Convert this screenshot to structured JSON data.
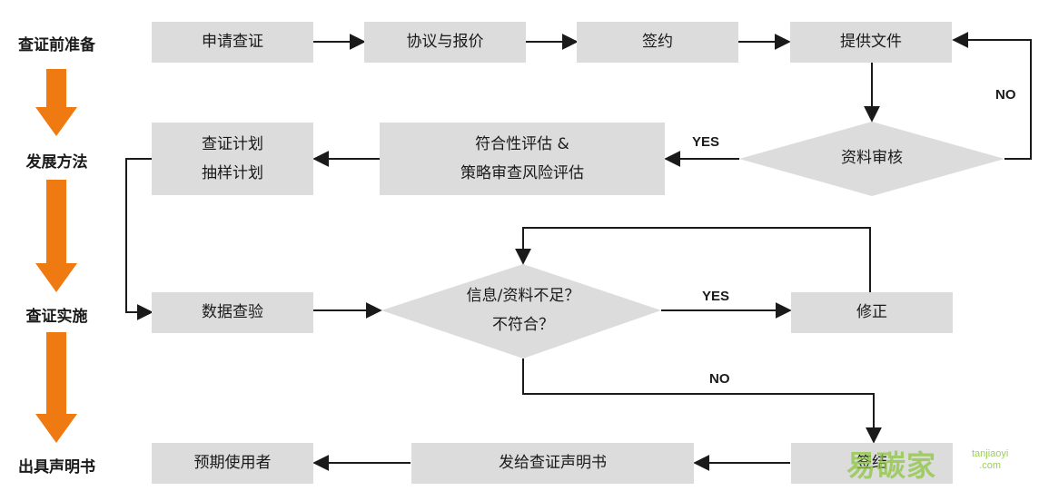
{
  "stages": [
    {
      "id": "prep",
      "label": "查证前准备"
    },
    {
      "id": "method",
      "label": "发展方法"
    },
    {
      "id": "impl",
      "label": "查证实施"
    },
    {
      "id": "issue",
      "label": "出具声明书"
    }
  ],
  "nodes": {
    "apply": {
      "lines": [
        "申请查证"
      ]
    },
    "agreement": {
      "lines": [
        "协议与报价"
      ]
    },
    "sign": {
      "lines": [
        "签约"
      ]
    },
    "provide_docs": {
      "lines": [
        "提供文件"
      ]
    },
    "doc_review": {
      "lines": [
        "资料审核"
      ]
    },
    "risk_eval": {
      "lines": [
        "符合性评估 &",
        "策略审查风险评估"
      ]
    },
    "plans": {
      "lines": [
        "查证计划",
        "抽样计划"
      ]
    },
    "data_check": {
      "lines": [
        "数据查验"
      ]
    },
    "insufficient": {
      "lines": [
        "信息/资料不足？",
        "不符合？"
      ]
    },
    "correct": {
      "lines": [
        "修正"
      ]
    },
    "sign_off": {
      "lines": [
        "签结"
      ]
    },
    "issue_statement": {
      "lines": [
        "发给查证声明书"
      ]
    },
    "users": {
      "lines": [
        "预期使用者"
      ]
    }
  },
  "edge_labels": {
    "review_no": "NO",
    "review_yes": "YES",
    "check_yes": "YES",
    "check_no": "NO"
  },
  "watermark": {
    "brand": "易碳家",
    "site_line1": "tanjiaoyi",
    "site_line2": ".com"
  },
  "colors": {
    "box_fill": "#dcdcdc",
    "arrow": "#1a1a1a",
    "stage_arrow": "#f07a12",
    "watermark": "#8cc63f"
  }
}
